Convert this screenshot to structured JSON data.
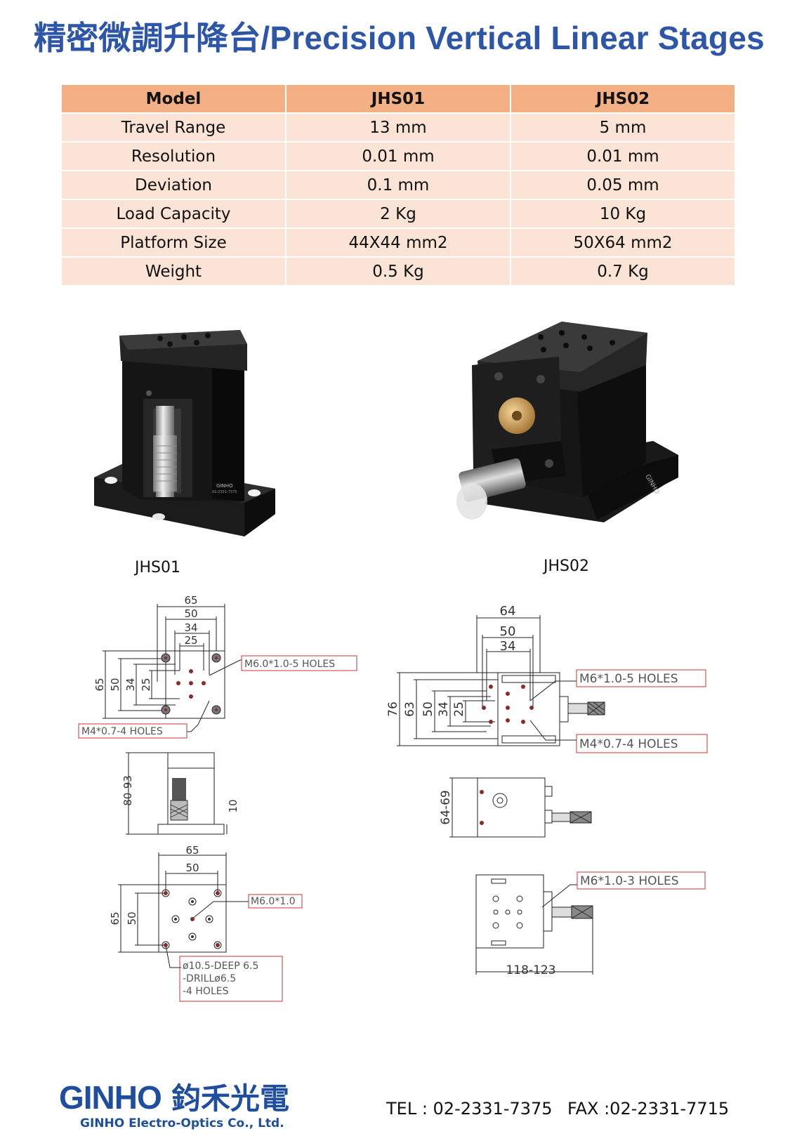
{
  "page": {
    "title": "精密微調升降台/Precision Vertical Linear Stages"
  },
  "spec_table": {
    "headers": [
      "Model",
      "JHS01",
      "JHS02"
    ],
    "rows": [
      [
        "Travel Range",
        "13 mm",
        "5 mm"
      ],
      [
        "Resolution",
        "0.01 mm",
        "0.01 mm"
      ],
      [
        "Deviation",
        "0.1 mm",
        "0.05 mm"
      ],
      [
        "Load Capacity",
        "2 Kg",
        "10 Kg"
      ],
      [
        "Platform Size",
        "44X44 mm2",
        "50X64 mm2"
      ],
      [
        "Weight",
        "0.5 Kg",
        "0.7 Kg"
      ]
    ]
  },
  "products": {
    "jhs01_label": "JHS01",
    "jhs02_label": "JHS02",
    "engraving_brand": "GINHO",
    "engraving_phone": "02-2331-7375"
  },
  "drawings": {
    "jhs01": {
      "top": {
        "dim_65": "65",
        "dim_50": "50",
        "dim_34": "34",
        "dim_25": "25",
        "vdim_65": "65",
        "vdim_50": "50",
        "vdim_34": "34",
        "vdim_25": "25",
        "callout_m6": "M6.0*1.0-5 HOLES",
        "callout_m4": "M4*0.7-4 HOLES"
      },
      "side": {
        "vdim_height": "80-93",
        "vdim_10": "10"
      },
      "bottom": {
        "dim_65": "65",
        "dim_50": "50",
        "vdim_65": "65",
        "vdim_50": "50",
        "callout_m6": "M6.0*1.0",
        "callout_line1": "ø10.5-DEEP 6.5",
        "callout_line2": "-DRILLø6.5",
        "callout_line3": "-4 HOLES"
      }
    },
    "jhs02": {
      "top": {
        "dim_64": "64",
        "dim_50": "50",
        "dim_34": "34",
        "vdim_76": "76",
        "vdim_63": "63",
        "vdim_50": "50",
        "vdim_34": "34",
        "vdim_25": "25",
        "callout_m6": "M6*1.0-5 HOLES",
        "callout_m4": "M4*0.7-4 HOLES"
      },
      "side": {
        "vdim_height": "64-69"
      },
      "bottom": {
        "callout_m6": "M6*1.0-3 HOLES",
        "dim_width": "118-123"
      }
    }
  },
  "footer": {
    "brand_latin": "GINHO",
    "brand_cjk": "鈞禾光電",
    "company": "GINHO Electro-Optics Co., Ltd.",
    "tel": "TEL : 02-2331-7375",
    "fax": "FAX :02-2331-7715"
  }
}
